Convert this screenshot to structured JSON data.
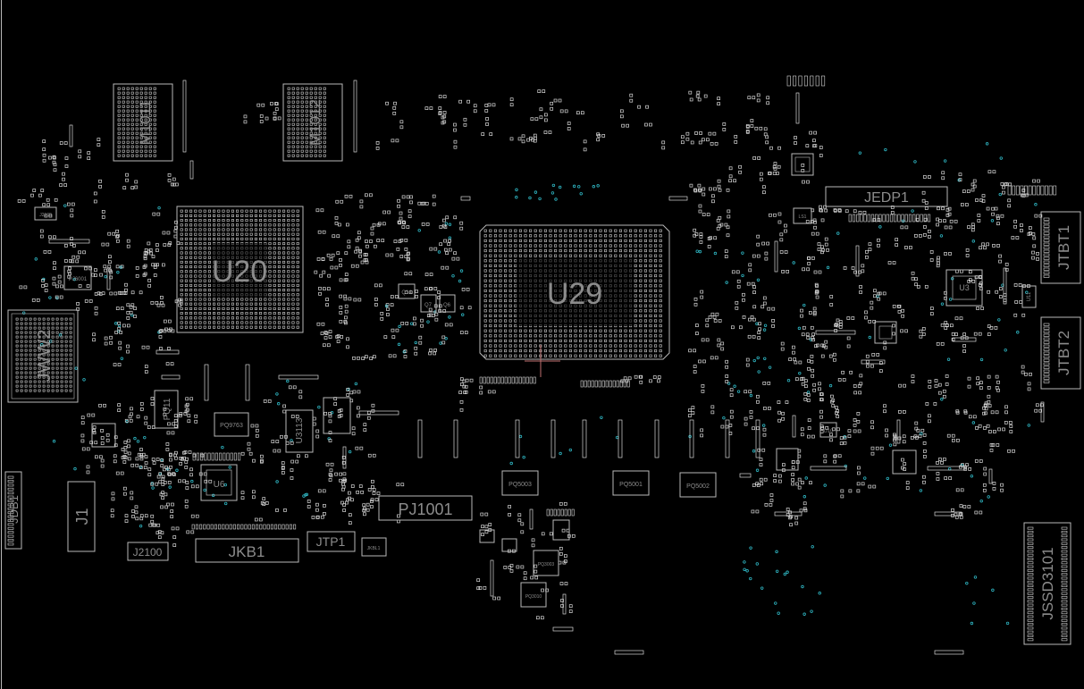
{
  "board": {
    "colors": {
      "background": "#000000",
      "outline": "#b9b9b9",
      "pad": "#d9d9d9",
      "via": "#2fb7c4",
      "label": "#8c8c8c",
      "cursor": "#c07070"
    },
    "components": [
      {
        "name": "M1011",
        "kind": "bga-memory"
      },
      {
        "name": "M1012",
        "kind": "bga-memory"
      },
      {
        "name": "U20",
        "kind": "bga"
      },
      {
        "name": "U29",
        "kind": "cpu-bga"
      },
      {
        "name": "JEDP1",
        "kind": "connector"
      },
      {
        "name": "JTBT1",
        "kind": "connector"
      },
      {
        "name": "JTBT2",
        "kind": "connector"
      },
      {
        "name": "JWW2",
        "kind": "module"
      },
      {
        "name": "J1",
        "kind": "connector"
      },
      {
        "name": "JDB1",
        "kind": "connector"
      },
      {
        "name": "J2100",
        "kind": "connector"
      },
      {
        "name": "JKB1",
        "kind": "connector"
      },
      {
        "name": "JTP1",
        "kind": "connector"
      },
      {
        "name": "PJ1001",
        "kind": "connector"
      },
      {
        "name": "JSSD3101",
        "kind": "connector"
      },
      {
        "name": "U3113",
        "kind": "ic"
      },
      {
        "name": "PQ11",
        "kind": "transistor"
      }
    ],
    "small_labels": [
      "PJ6001",
      "PQ9763",
      "PQ5003",
      "PQ5001",
      "PQ5002",
      "PQ3003",
      "PQ3010",
      "JKBL1",
      "Q7",
      "Q6",
      "Q14",
      "U10",
      "U6",
      "U11",
      "U3",
      "J2108",
      "LS1"
    ]
  }
}
